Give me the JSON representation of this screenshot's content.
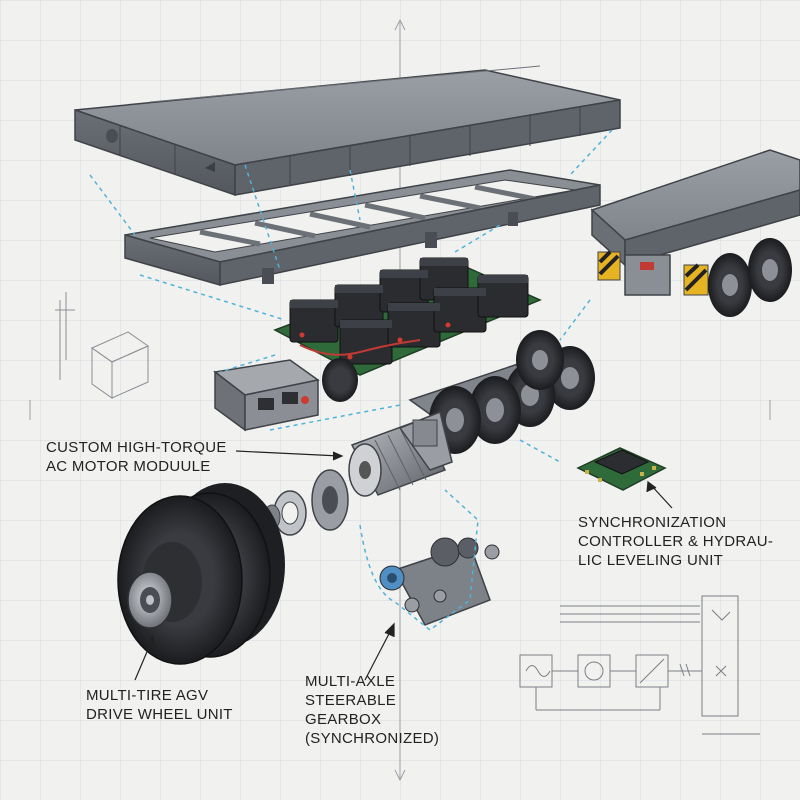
{
  "diagram": {
    "labels": {
      "motor": [
        "CUSTOM HIGH-TORQUE",
        "AC MOTOR MODUULE"
      ],
      "controller": [
        "SYNCHRONIZATION",
        "CONTROLLER & HYDRAU-",
        "LIC LEVELING UNIT"
      ],
      "wheel": [
        "MULTI-TIRE AGV",
        "DRIVE WHEEL UNIT"
      ],
      "gearbox": [
        "MULTI-AXLE",
        "STEERABLE",
        "GEARBOX",
        "(SYNCHRONIZED)"
      ]
    },
    "components": [
      "deck-platform",
      "chassis-frame",
      "battery-pack",
      "motor-controller-box",
      "bogie-wheel-set",
      "ac-motor",
      "bearing-flange",
      "drive-wheel",
      "gearbox",
      "sync-controller-board",
      "assembled-transporter",
      "schematic-sketch"
    ],
    "colors": {
      "background": "#f1f1ef",
      "grid": "#d6d9dc",
      "steel": "#7d8188",
      "steel_dark": "#4e5258",
      "rubber": "#25262a",
      "battery": "#2a2c30",
      "pcb": "#2f6b3a",
      "leader_dashed": "#4fb3d9",
      "hazard_yellow": "#e6b422"
    }
  }
}
